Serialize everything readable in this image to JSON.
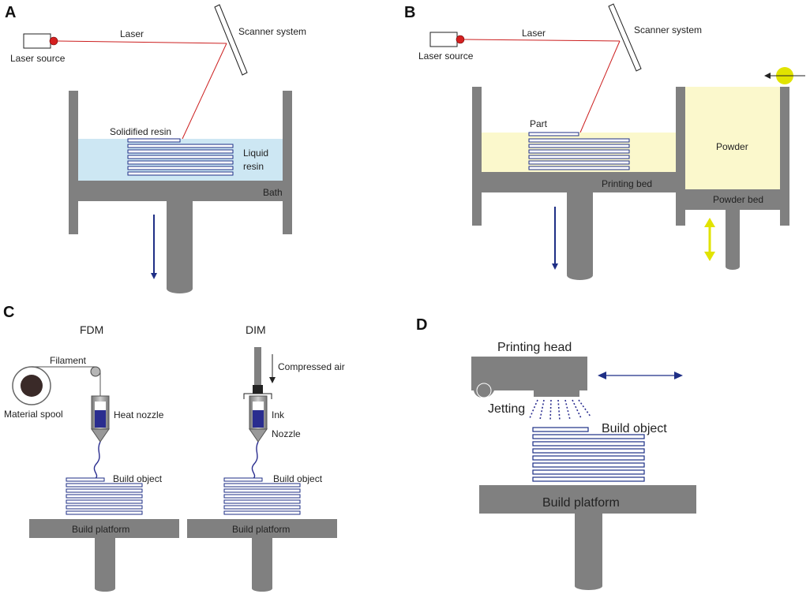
{
  "colors": {
    "gray": "#808080",
    "navy": "#1f2f86",
    "laser_red": "#cc1f1f",
    "resin_blue": "#cde7f3",
    "powder_yellow": "#fbf8cc",
    "arrow_yellow": "#e1e300",
    "layer_stroke": "#1c2e86",
    "ink_blue": "#2a2d8f"
  },
  "panelA": {
    "letter": "A",
    "laser_source": "Laser source",
    "laser": "Laser",
    "scanner": "Scanner system",
    "solidified": "Solidified resin",
    "liquid_line1": "Liquid",
    "liquid_line2": "resin",
    "bath": "Bath"
  },
  "panelB": {
    "letter": "B",
    "laser_source": "Laser source",
    "laser": "Laser",
    "scanner": "Scanner system",
    "part": "Part",
    "powder": "Powder",
    "printing_bed": "Printing bed",
    "powder_bed": "Powder bed"
  },
  "panelC": {
    "letter": "C",
    "fdm": {
      "title": "FDM",
      "filament": "Filament",
      "spool": "Material spool",
      "heat_nozzle": "Heat nozzle",
      "build_object": "Build object",
      "build_platform": "Build platform"
    },
    "dim": {
      "title": "DIM",
      "compressed_air": "Compressed air",
      "ink": "Ink",
      "nozzle": "Nozzle",
      "build_object": "Build object",
      "build_platform": "Build platform"
    }
  },
  "panelD": {
    "letter": "D",
    "printing_head": "Printing head",
    "jetting": "Jetting",
    "build_object": "Build object",
    "build_platform": "Build platform"
  }
}
